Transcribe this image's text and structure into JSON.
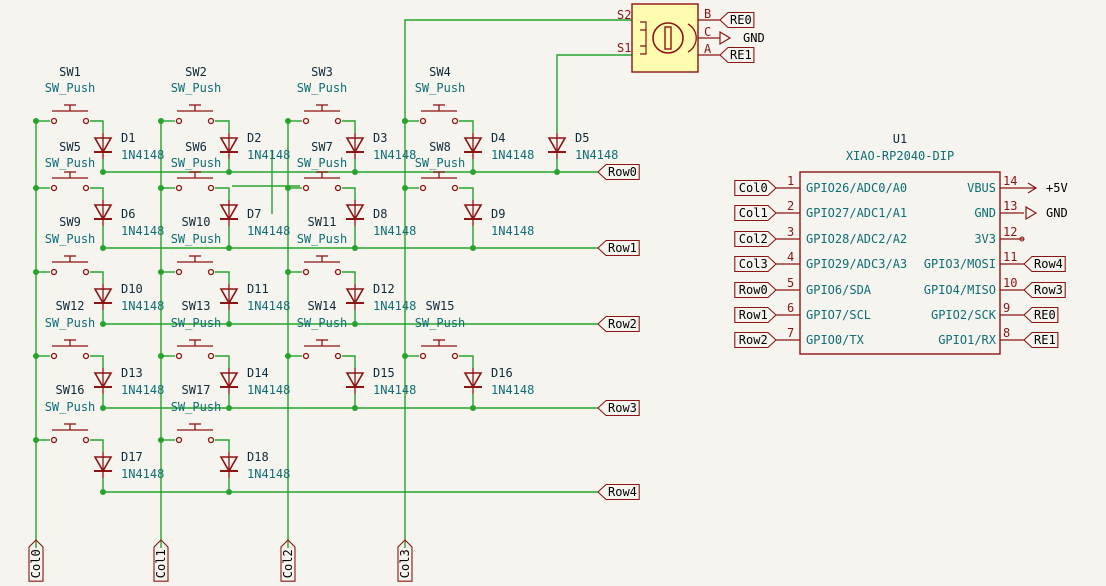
{
  "colors": {
    "wire": "#26a32b",
    "symbol": "#8c1414",
    "text": "#0e6e74",
    "ref": "#0e2a3a",
    "background": "#f5f4ef",
    "encoder_fill": "#fffcb0"
  },
  "switches": [
    {
      "ref": "SW1",
      "value": "SW_Push"
    },
    {
      "ref": "SW2",
      "value": "SW_Push"
    },
    {
      "ref": "SW3",
      "value": "SW_Push"
    },
    {
      "ref": "SW4",
      "value": "SW_Push"
    },
    {
      "ref": "SW5",
      "value": "SW_Push"
    },
    {
      "ref": "SW6",
      "value": "SW_Push"
    },
    {
      "ref": "SW7",
      "value": "SW_Push"
    },
    {
      "ref": "SW8",
      "value": "SW_Push"
    },
    {
      "ref": "SW9",
      "value": "SW_Push"
    },
    {
      "ref": "SW10",
      "value": "SW_Push"
    },
    {
      "ref": "SW11",
      "value": "SW_Push"
    },
    {
      "ref": "SW12",
      "value": "SW_Push"
    },
    {
      "ref": "SW13",
      "value": "SW_Push"
    },
    {
      "ref": "SW14",
      "value": "SW_Push"
    },
    {
      "ref": "SW15",
      "value": "SW_Push"
    },
    {
      "ref": "SW16",
      "value": "SW_Push"
    },
    {
      "ref": "SW17",
      "value": "SW_Push"
    }
  ],
  "diodes": [
    {
      "ref": "D1",
      "value": "1N4148"
    },
    {
      "ref": "D2",
      "value": "1N4148"
    },
    {
      "ref": "D3",
      "value": "1N4148"
    },
    {
      "ref": "D4",
      "value": "1N4148"
    },
    {
      "ref": "D5",
      "value": "1N4148"
    },
    {
      "ref": "D6",
      "value": "1N4148"
    },
    {
      "ref": "D7",
      "value": "1N4148"
    },
    {
      "ref": "D8",
      "value": "1N4148"
    },
    {
      "ref": "D9",
      "value": "1N4148"
    },
    {
      "ref": "D10",
      "value": "1N4148"
    },
    {
      "ref": "D11",
      "value": "1N4148"
    },
    {
      "ref": "D12",
      "value": "1N4148"
    },
    {
      "ref": "D13",
      "value": "1N4148"
    },
    {
      "ref": "D14",
      "value": "1N4148"
    },
    {
      "ref": "D15",
      "value": "1N4148"
    },
    {
      "ref": "D16",
      "value": "1N4148"
    },
    {
      "ref": "D17",
      "value": "1N4148"
    },
    {
      "ref": "D18",
      "value": "1N4148"
    }
  ],
  "row_labels": [
    "Row0",
    "Row1",
    "Row2",
    "Row3",
    "Row4"
  ],
  "col_labels": [
    "Col0",
    "Col1",
    "Col2",
    "Col3"
  ],
  "encoder": {
    "pins": {
      "s2": "S2",
      "s1": "S1",
      "b": "B",
      "c": "C",
      "a": "A"
    },
    "net_b": "RE0",
    "net_c": "GND",
    "net_a": "RE1"
  },
  "mcu": {
    "ref": "U1",
    "value": "XIAO-RP2040-DIP",
    "left_pins": [
      {
        "num": "1",
        "name": "GPIO26/ADC0/A0",
        "net": "Col0"
      },
      {
        "num": "2",
        "name": "GPIO27/ADC1/A1",
        "net": "Col1"
      },
      {
        "num": "3",
        "name": "GPIO28/ADC2/A2",
        "net": "Col2"
      },
      {
        "num": "4",
        "name": "GPIO29/ADC3/A3",
        "net": "Col3"
      },
      {
        "num": "5",
        "name": "GPIO6/SDA",
        "net": "Row0"
      },
      {
        "num": "6",
        "name": "GPIO7/SCL",
        "net": "Row1"
      },
      {
        "num": "7",
        "name": "GPIO0/TX",
        "net": "Row2"
      }
    ],
    "right_pins": [
      {
        "num": "14",
        "name": "VBUS",
        "net": "+5V"
      },
      {
        "num": "13",
        "name": "GND",
        "net": "GND"
      },
      {
        "num": "12",
        "name": "3V3",
        "net": ""
      },
      {
        "num": "11",
        "name": "GPIO3/MOSI",
        "net": "Row4"
      },
      {
        "num": "10",
        "name": "GPIO4/MISO",
        "net": "Row3"
      },
      {
        "num": "9",
        "name": "GPIO2/SCK",
        "net": "RE0"
      },
      {
        "num": "8",
        "name": "GPIO1/RX",
        "net": "RE1"
      }
    ]
  }
}
